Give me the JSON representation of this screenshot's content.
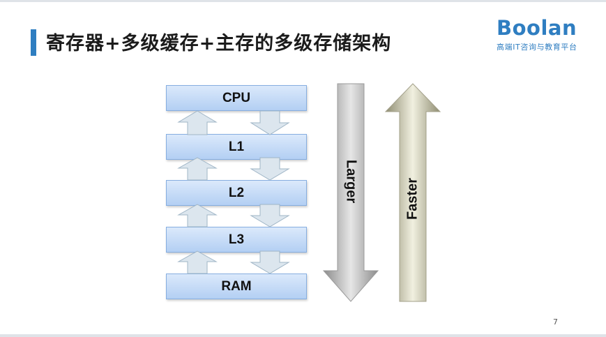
{
  "title": "寄存器+多级缓存+主存的多级存储架构",
  "logo": {
    "word": "Boolan",
    "tagline": "高端IT咨询与教育平台"
  },
  "levels": [
    "CPU",
    "L1",
    "L2",
    "L3",
    "RAM"
  ],
  "side_arrows": {
    "down_label": "Larger",
    "up_label": "Faster"
  },
  "page_number": "7",
  "colors": {
    "accent": "#2f7ec1",
    "box_fill": "#c6dcf7",
    "small_arrow": "#dce6ee"
  }
}
